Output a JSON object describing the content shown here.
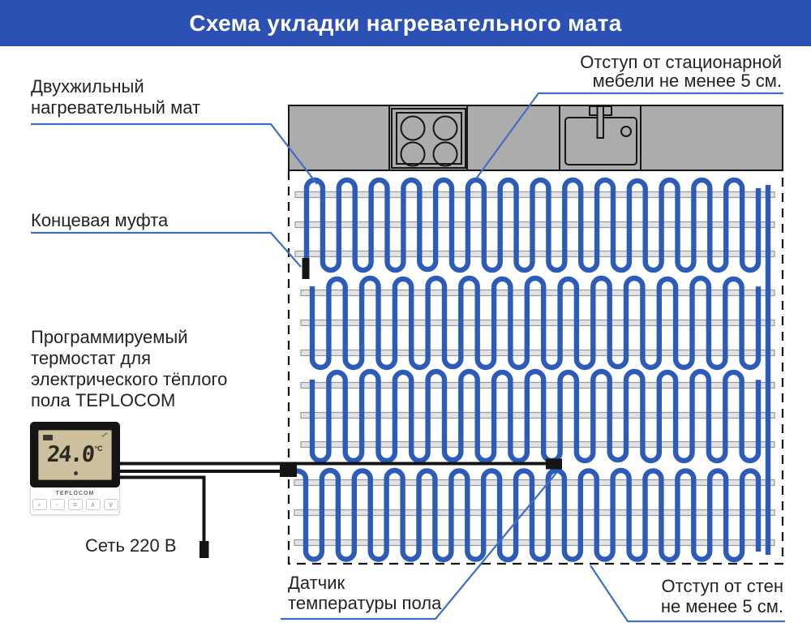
{
  "header": {
    "title": "Схема укладки нагревательного мата"
  },
  "labels": {
    "furniture_offset": {
      "lines": [
        "Отступ от стационарной",
        "мебели не менее 5 см."
      ]
    },
    "heating_mat": {
      "lines": [
        "Двухжильный",
        "нагревательный мат"
      ]
    },
    "end_coupling": {
      "lines": [
        "Концевая муфта"
      ]
    },
    "thermostat_info": {
      "lines": [
        "Программируемый",
        "термостат для",
        "электрического тёплого",
        "пола TEPLOCOM"
      ]
    },
    "power": {
      "lines": [
        "Сеть 220 В"
      ]
    },
    "floor_sensor": {
      "lines": [
        "Датчик",
        "температуры пола"
      ]
    },
    "wall_offset": {
      "lines": [
        "Отступ от стен",
        "не менее 5 см."
      ]
    }
  },
  "thermostat": {
    "display_value": "24.0",
    "display_unit": "°C",
    "brand": "TEPLOCOM",
    "buttons": [
      {
        "name": "power-button",
        "glyph": "∘"
      },
      {
        "name": "clock-button",
        "glyph": "◦"
      },
      {
        "name": "menu-button",
        "glyph": "≡"
      },
      {
        "name": "up-button",
        "glyph": "∧"
      },
      {
        "name": "down-button",
        "glyph": "∨"
      }
    ]
  },
  "colors": {
    "header-bg": "#2b51b4",
    "header-text": "#ffffff",
    "cable-blue": "#2c5cb8",
    "leader-blue": "#3f6fc4",
    "counter-gray": "#acacac",
    "bar-fill": "#e3e3e3",
    "bar-stroke": "#999999",
    "text-dark": "#232323",
    "line-black": "#141414"
  }
}
